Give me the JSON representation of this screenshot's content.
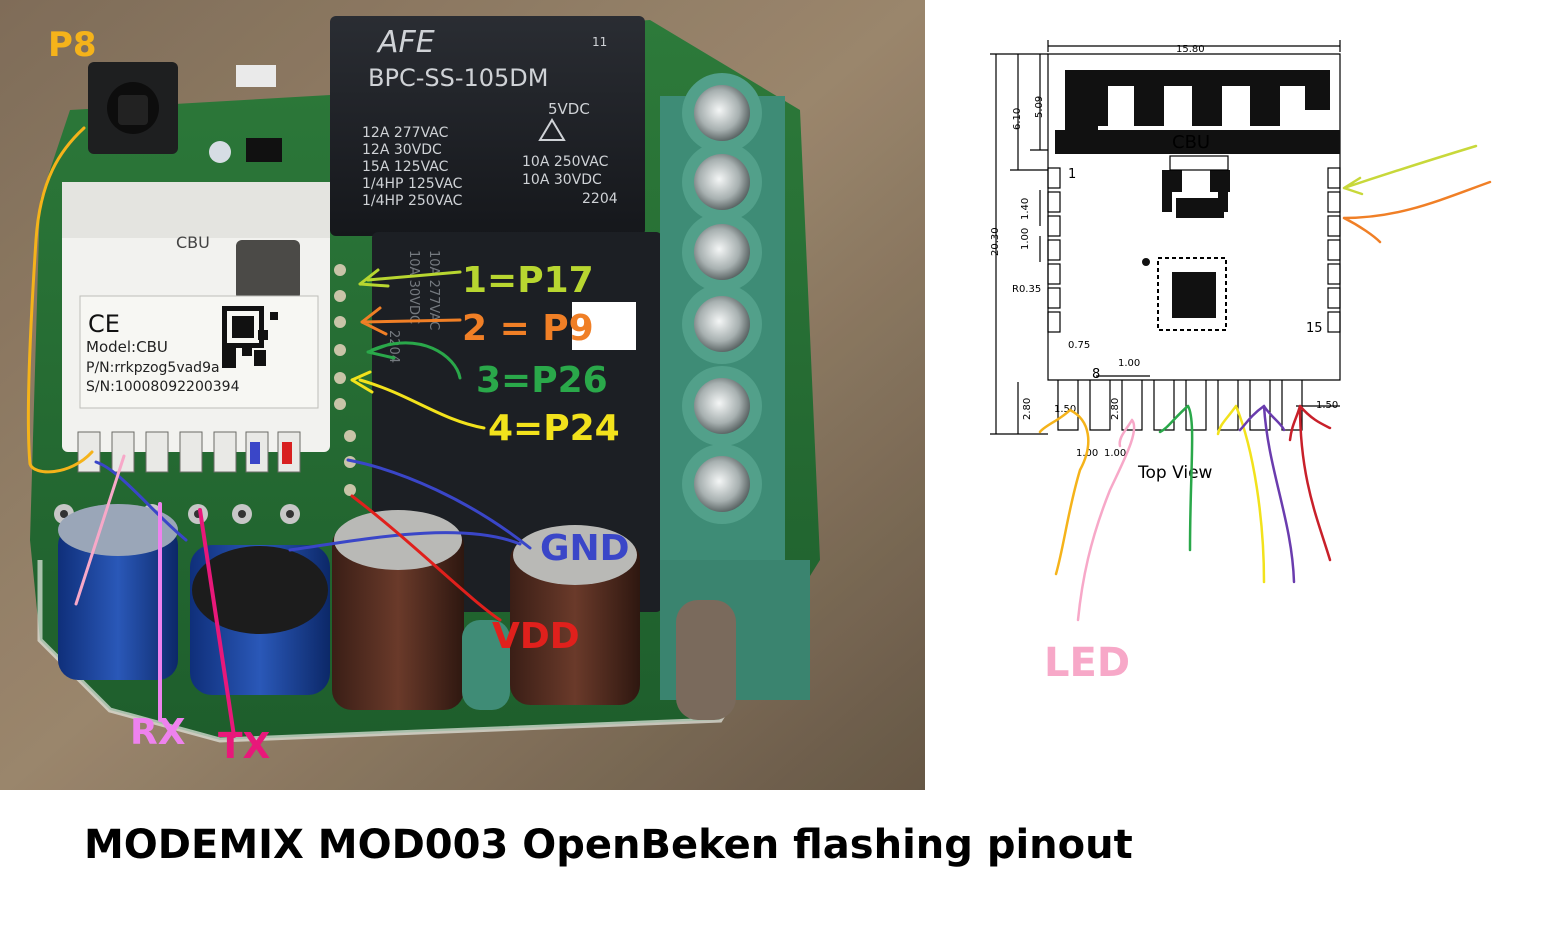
{
  "photo": {
    "relay_top": {
      "brand": "AFE",
      "model": "BPC-SS-105DM",
      "code": "11",
      "coil": "5VDC",
      "ratings_left": [
        "12A 277VAC",
        "12A 30VDC",
        "15A 125VAC",
        "1/4HP 125VAC",
        "1/4HP 250VAC"
      ],
      "ratings_right": [
        "10A 250VAC",
        "10A 30VDC",
        "2204"
      ]
    },
    "module": {
      "chip": "CBU",
      "model": "Model:CBU",
      "pn": "P/N:rrkpzog5vad9a",
      "sn": "S/N:10008092200394"
    },
    "labels": {
      "p8": "P8",
      "pin1": "1=P17",
      "pin2": "2 = P9",
      "pin3": "3=P26",
      "pin4": "4=P24",
      "gnd": "GND",
      "vdd": "VDD",
      "rx": "RX",
      "tx": "TX"
    }
  },
  "schematic": {
    "width_dim": "15.80",
    "height_dim": "20.30",
    "antenna_dim_1": "6.10",
    "antenna_dim_2": "5.09",
    "pitch_dim_1": "1.40",
    "pitch_dim_2": "1.00",
    "radius_dim": "R0.35",
    "pad_dim": "0.75",
    "bottom_pitch_dim": "1.00",
    "pad_len_left": "2.80",
    "pad_len_mid": "2.80",
    "edge_left": "1.50",
    "edge_right": "1.50",
    "bottom_dim_1": "1.00",
    "bottom_dim_2": "1.00",
    "chip_label": "CBU",
    "pin_1": "1",
    "pin_8": "8",
    "pin_15": "15",
    "view": "Top View",
    "led": "LED"
  },
  "caption": "MODEMIX MOD003 OpenBeken flashing pinout",
  "colors": {
    "p8": "#f5b31a",
    "pin1": "#b8d630",
    "pin2": "#f07f26",
    "pin3": "#2aa84a",
    "pin4": "#f2e21c",
    "gnd": "#3a46c8",
    "vdd": "#e0201c",
    "rx": "#ee82ee",
    "tx": "#e8187a",
    "led": "#f7a8c8"
  }
}
